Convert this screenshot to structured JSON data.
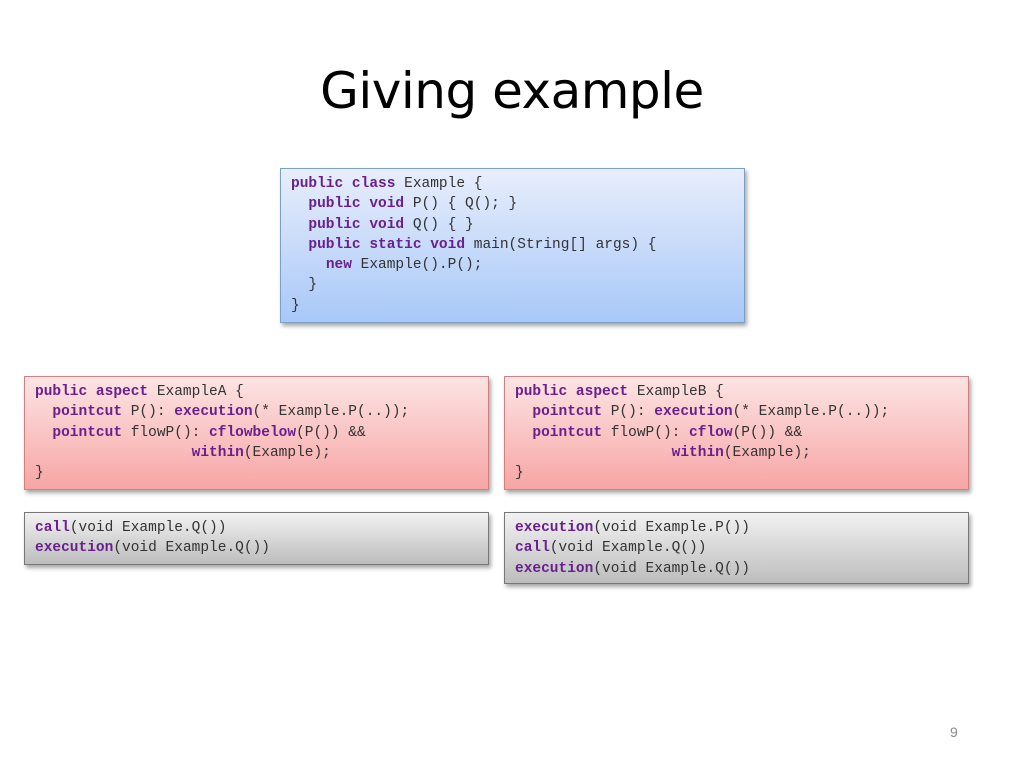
{
  "slide": {
    "title": "Giving example",
    "page_number": "9"
  },
  "colors": {
    "keyword": "#6a1f8f",
    "code_text": "#333333"
  },
  "boxes": {
    "example_class": [
      [
        {
          "t": "public class",
          "k": 1
        },
        {
          "t": " Example {"
        }
      ],
      [
        {
          "t": "  "
        },
        {
          "t": "public void",
          "k": 1
        },
        {
          "t": " P() { Q(); }"
        }
      ],
      [
        {
          "t": "  "
        },
        {
          "t": "public void",
          "k": 1
        },
        {
          "t": " Q() { }"
        }
      ],
      [
        {
          "t": "  "
        },
        {
          "t": "public static void",
          "k": 1
        },
        {
          "t": " main(String[] args) {"
        }
      ],
      [
        {
          "t": "    "
        },
        {
          "t": "new",
          "k": 1
        },
        {
          "t": " Example().P();"
        }
      ],
      [
        {
          "t": "  }"
        }
      ],
      [
        {
          "t": "}"
        }
      ]
    ],
    "aspect_a": [
      [
        {
          "t": "public aspect",
          "k": 1
        },
        {
          "t": " ExampleA {"
        }
      ],
      [
        {
          "t": "  "
        },
        {
          "t": "pointcut",
          "k": 1
        },
        {
          "t": " P(): "
        },
        {
          "t": "execution",
          "k": 1
        },
        {
          "t": "(* Example.P(..));"
        }
      ],
      [
        {
          "t": "  "
        },
        {
          "t": "pointcut",
          "k": 1
        },
        {
          "t": " flowP(): "
        },
        {
          "t": "cflowbelow",
          "k": 1
        },
        {
          "t": "(P()) &&"
        }
      ],
      [
        {
          "t": "                  "
        },
        {
          "t": "within",
          "k": 1
        },
        {
          "t": "(Example);"
        }
      ],
      [
        {
          "t": "}"
        }
      ]
    ],
    "aspect_b": [
      [
        {
          "t": "public aspect",
          "k": 1
        },
        {
          "t": " ExampleB {"
        }
      ],
      [
        {
          "t": "  "
        },
        {
          "t": "pointcut",
          "k": 1
        },
        {
          "t": " P(): "
        },
        {
          "t": "execution",
          "k": 1
        },
        {
          "t": "(* Example.P(..));"
        }
      ],
      [
        {
          "t": "  "
        },
        {
          "t": "pointcut",
          "k": 1
        },
        {
          "t": " flowP(): "
        },
        {
          "t": "cflow",
          "k": 1
        },
        {
          "t": "(P()) &&"
        }
      ],
      [
        {
          "t": "                  "
        },
        {
          "t": "within",
          "k": 1
        },
        {
          "t": "(Example);"
        }
      ],
      [
        {
          "t": "}"
        }
      ]
    ],
    "result_a": [
      [
        {
          "t": "call",
          "k": 1
        },
        {
          "t": "(void Example.Q())"
        }
      ],
      [
        {
          "t": "execution",
          "k": 1
        },
        {
          "t": "(void Example.Q())"
        }
      ]
    ],
    "result_b": [
      [
        {
          "t": "execution",
          "k": 1
        },
        {
          "t": "(void Example.P())"
        }
      ],
      [
        {
          "t": "call",
          "k": 1
        },
        {
          "t": "(void Example.Q())"
        }
      ],
      [
        {
          "t": "execution",
          "k": 1
        },
        {
          "t": "(void Example.Q())"
        }
      ]
    ]
  }
}
